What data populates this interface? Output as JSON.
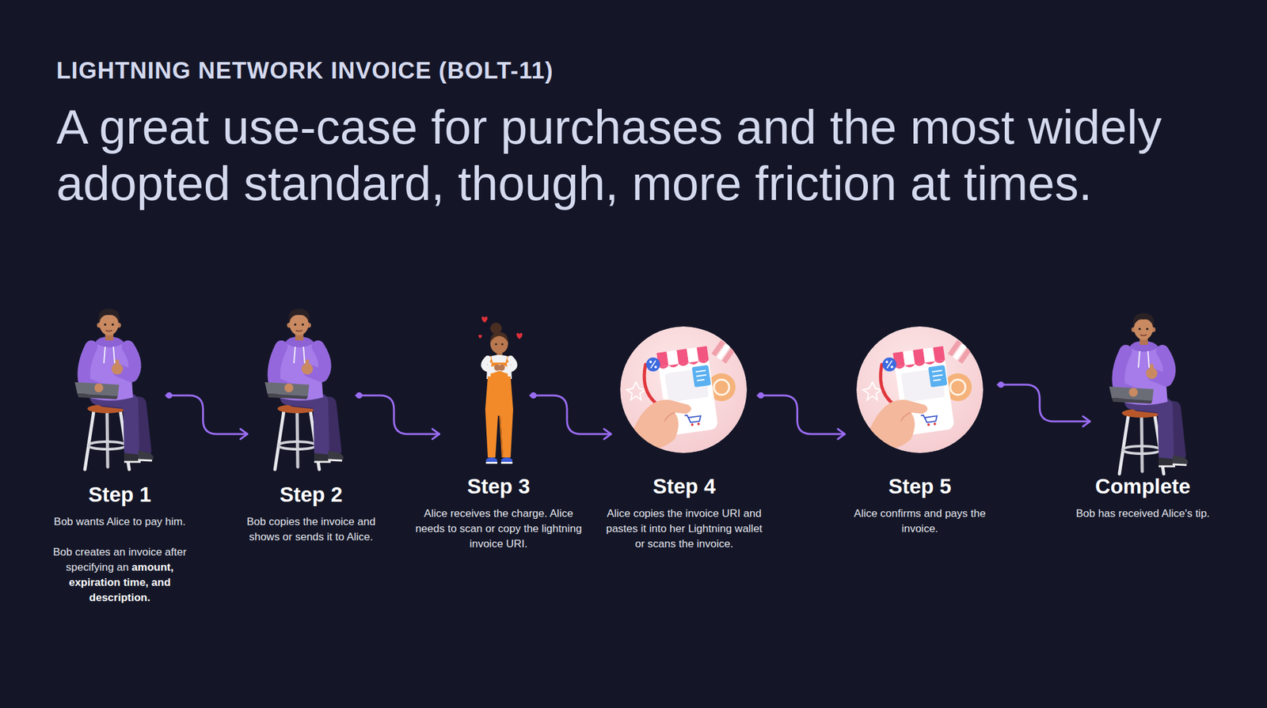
{
  "diagram": {
    "title": "LIGHTNING NETWORK INVOICE (BOLT-11)",
    "nodes": [
      {
        "text": [
          "Step 1",
          "Bob wants Alice to pay him.",
          "Bob creates an invoice after specifying an",
          "amount, expiration time, and description."
        ]
      },
      {
        "text": [
          "Step 2",
          "Bob copies the invoice and shows or sends it to Alice."
        ]
      },
      {
        "text": [
          "Step 3",
          "Alice receives the charge. Alice needs to scan or copy the lightning invoice URI."
        ]
      },
      {
        "text": [
          "Step 4",
          "Alice copies the invoice URI and pastes it into her Lightning wallet or scans the invoice."
        ]
      },
      {
        "text": [
          "Step 5",
          "Alice confirms and pays the invoice."
        ]
      },
      {
        "text": [
          "Complete",
          "Bob has received Alice's tip."
        ]
      }
    ],
    "edges": [
      {
        "from": 0,
        "to": 1,
        "arrow": "to"
      },
      {
        "from": 1,
        "to": 2,
        "arrow": "to"
      },
      {
        "from": 2,
        "to": 3,
        "arrow": "to"
      },
      {
        "from": 3,
        "to": 4,
        "arrow": "to"
      },
      {
        "from": 4,
        "to": 5,
        "arrow": "to"
      }
    ],
    "labels": [
      "A great use-case for purchases and the most widely adopted standard, though, more friction at times."
    ]
  }
}
